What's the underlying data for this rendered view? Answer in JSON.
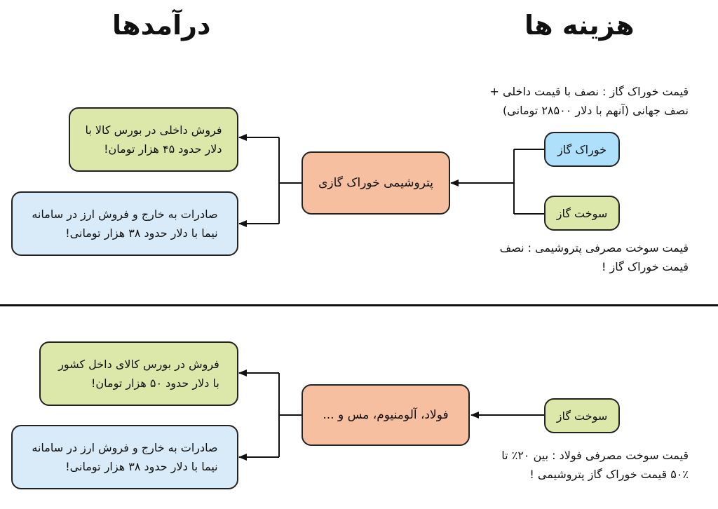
{
  "headers": {
    "costs": "هزینه ها",
    "revenues": "درآمدها"
  },
  "petrochem": {
    "center": "پتروشیمی خوراک گازی",
    "input_feed": "خوراک گاز",
    "input_fuel": "سوخت گاز",
    "note_feed_line1": "قیمت خوراک گاز : نصف با قیمت داخلی +",
    "note_feed_line2": "نصف جهانی (آنهم با دلار ۲۸۵۰۰ تومانی)",
    "note_fuel_line1": "قیمت سوخت مصرفی پتروشیمی : نصف",
    "note_fuel_line2": "قیمت خوراک گاز !",
    "revenue_domestic_line1": "فروش داخلی در بورس کالا با",
    "revenue_domestic_line2": "دلار حدود ۴۵ هزار تومان!",
    "revenue_export_line1": "صادرات به خارج و فروش ارز در سامانه",
    "revenue_export_line2": "نیما با دلار حدود ۳۸ هزار تومانی!"
  },
  "metals": {
    "center": "فولاد، آلومنیوم، مس و ...",
    "input_fuel": "سوخت گاز",
    "note_fuel_line1": "قیمت سوخت مصرفی فولاد : بین ۲۰٪ تا",
    "note_fuel_line2": "۵۰٪ قیمت خوراک گاز پتروشیمی !",
    "revenue_domestic_line1": "فروش در بورس کالای داخل کشور",
    "revenue_domestic_line2": "با دلار حدود ۵۰ هزار تومان!",
    "revenue_export_line1": "صادرات به خارج و فروش ارز در سامانه",
    "revenue_export_line2": "نیما با دلار حدود ۳۸ هزار تومانی!"
  }
}
